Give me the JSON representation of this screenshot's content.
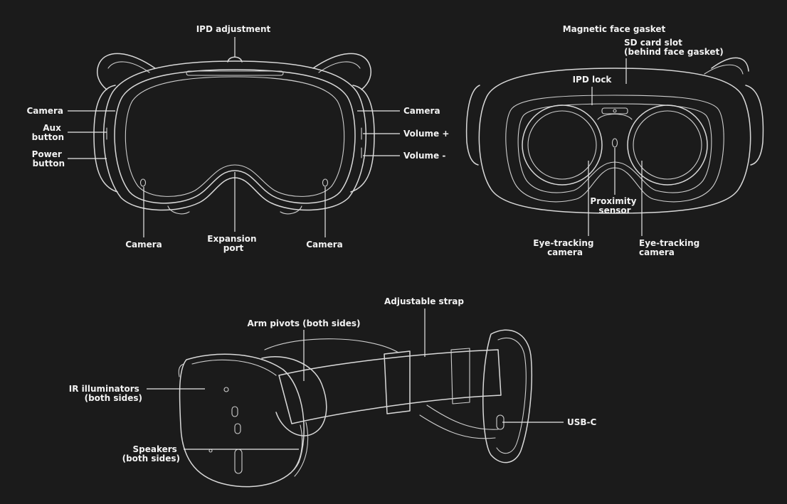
{
  "front_view": {
    "labels": {
      "ipd_adjustment": "IPD adjustment",
      "camera_left": "Camera",
      "aux_button": [
        "Aux",
        "button"
      ],
      "power_button": [
        "Power",
        "button"
      ],
      "camera_right": "Camera",
      "volume_up": "Volume +",
      "volume_down": "Volume -",
      "camera_bottom_left": "Camera",
      "expansion_port": [
        "Expansion",
        "port"
      ],
      "camera_bottom_right": "Camera"
    }
  },
  "rear_view": {
    "labels": {
      "magnetic_face_gasket": "Magnetic face gasket",
      "sd_card_slot": [
        "SD card slot",
        "(behind face gasket)"
      ],
      "ipd_lock": "IPD lock",
      "proximity_sensor": [
        "Proximity",
        "sensor"
      ],
      "eye_tracking_left": [
        "Eye-tracking",
        "camera"
      ],
      "eye_tracking_right": [
        "Eye-tracking",
        "camera"
      ]
    }
  },
  "side_view": {
    "labels": {
      "adjustable_strap": "Adjustable strap",
      "arm_pivots": "Arm pivots (both sides)",
      "ir_illuminators": [
        "IR illuminators",
        "(both sides)"
      ],
      "speakers": [
        "Speakers",
        "(both sides)"
      ],
      "usb_c": "USB-C"
    }
  }
}
